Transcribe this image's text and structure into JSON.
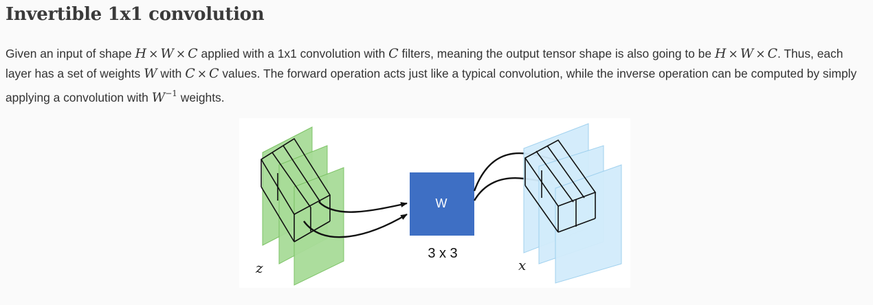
{
  "section": {
    "title": "Invertible 1x1 convolution"
  },
  "text": {
    "p1": "Given an input of shape ",
    "p2": " applied with a 1x1 convolution with ",
    "p3": " filters, meaning the output tensor shape is also going to be ",
    "p4": ". Thus, each layer has a set of weights ",
    "p5": " with ",
    "p6": " values. The forward operation acts just like a typical convolution, while the inverse operation can be computed by simply applying a convolution with ",
    "p7": " weights."
  },
  "math": {
    "H": "H",
    "W": "W",
    "C": "C",
    "times": "×",
    "neg_one": "−1"
  },
  "figure": {
    "w_block_label": "W",
    "kernel_label": "3 x 3",
    "z_label": "z",
    "x_label": "x",
    "colors": {
      "green_fill": "#a8dc98",
      "green_stroke": "#78c060",
      "blue_fill": "#d2ecfb",
      "blue_stroke": "#9ccfee",
      "w_block": "#3e6fc4"
    }
  }
}
